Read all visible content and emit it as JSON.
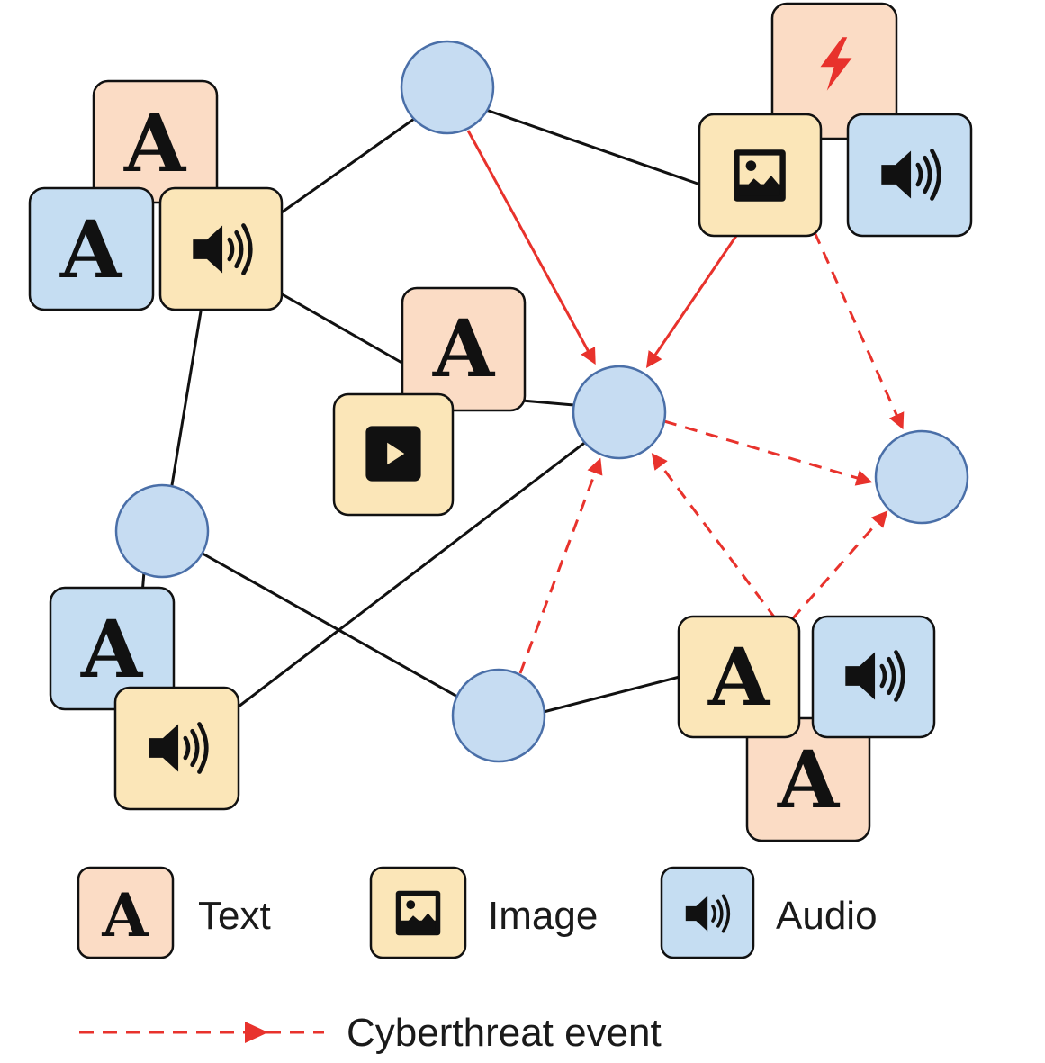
{
  "colors": {
    "text_tile": "#fbdcc5",
    "image_tile": "#fbe6b8",
    "audio_tile": "#c5ddf2",
    "node_fill": "#c6dcf2",
    "node_stroke": "#4a6fa8",
    "edge": "#111111",
    "threat": "#e8322c",
    "icon": "#111111"
  },
  "legend": {
    "text_label": "Text",
    "image_label": "Image",
    "audio_label": "Audio",
    "threat_label": "Cyberthreat event"
  },
  "tiles": {
    "text_glyph": "A"
  }
}
